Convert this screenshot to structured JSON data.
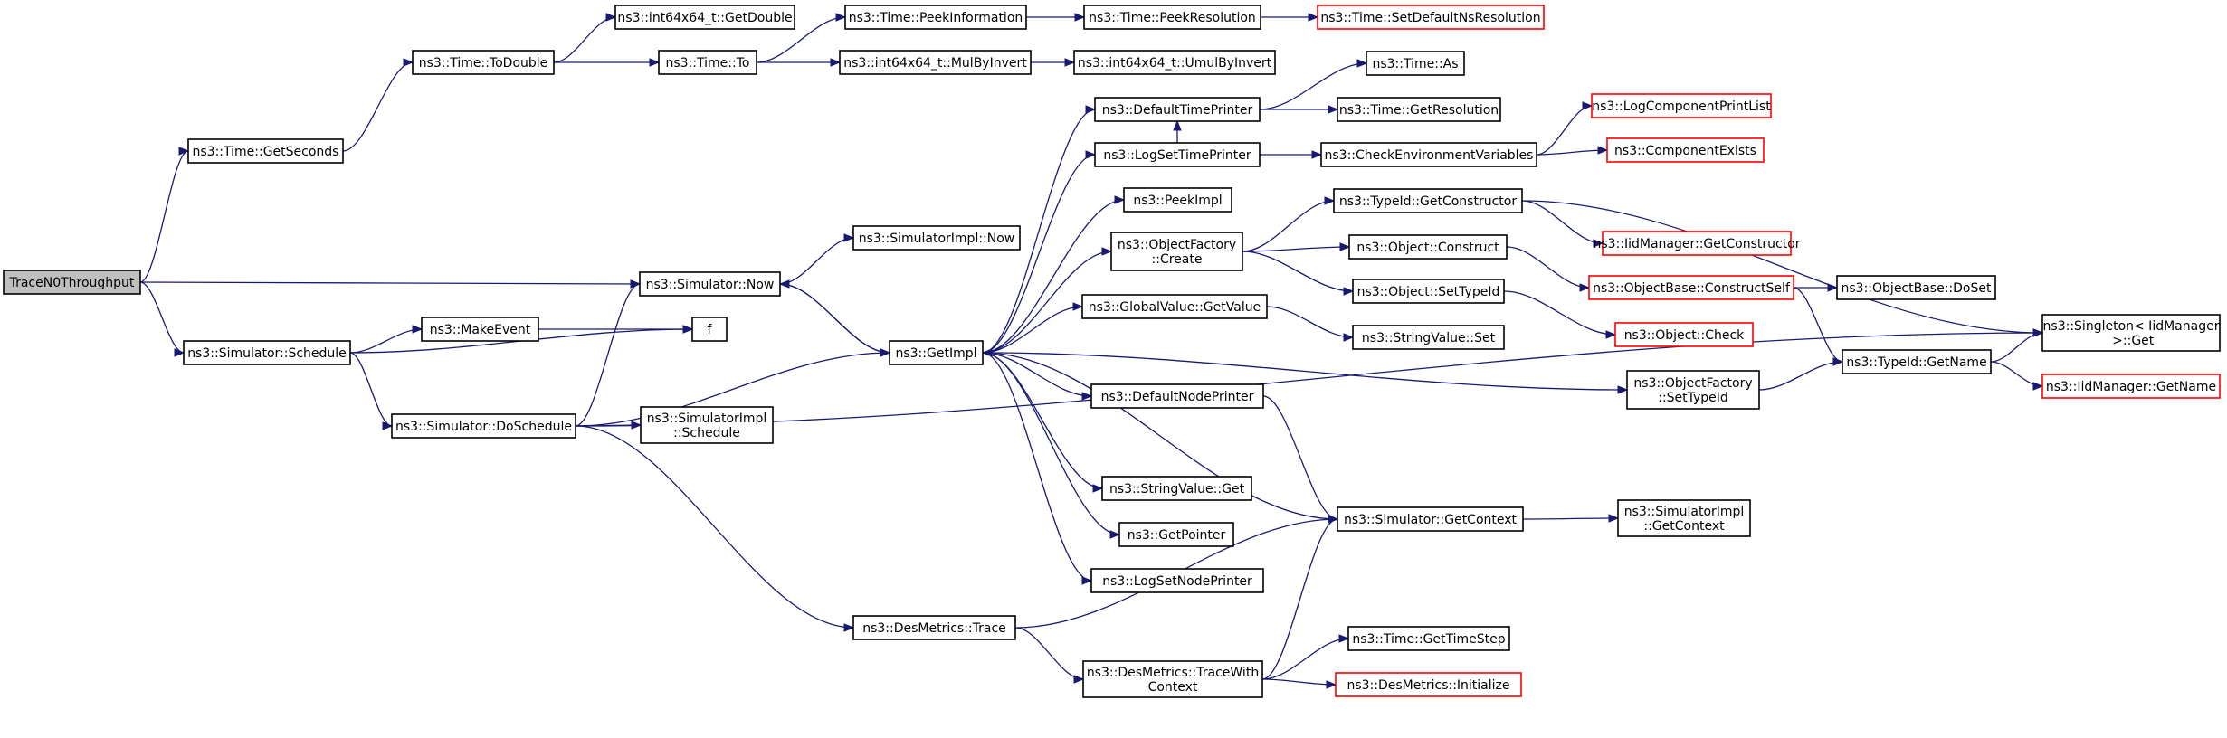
{
  "graph": {
    "colors": {
      "edge": "#191970",
      "border_normal": "#000000",
      "border_missing": "#ff0000",
      "root_fill": "#bfbfbf",
      "node_fill": "#ffffff"
    },
    "nodes": [
      {
        "id": "root",
        "lines": [
          "TraceN0Throughput"
        ],
        "style": "root"
      },
      {
        "id": "time_getseconds",
        "lines": [
          "ns3::Time::GetSeconds"
        ],
        "style": "normal"
      },
      {
        "id": "time_todouble",
        "lines": [
          "ns3::Time::ToDouble"
        ],
        "style": "normal"
      },
      {
        "id": "int64_getdouble",
        "lines": [
          "ns3::int64x64_t::GetDouble"
        ],
        "style": "normal"
      },
      {
        "id": "time_to",
        "lines": [
          "ns3::Time::To"
        ],
        "style": "normal"
      },
      {
        "id": "time_peekinfo",
        "lines": [
          "ns3::Time::PeekInformation"
        ],
        "style": "normal"
      },
      {
        "id": "time_peekres",
        "lines": [
          "ns3::Time::PeekResolution"
        ],
        "style": "normal"
      },
      {
        "id": "time_setdefaultns",
        "lines": [
          "ns3::Time::SetDefaultNsResolution"
        ],
        "style": "missing"
      },
      {
        "id": "int64_mulbyinvert",
        "lines": [
          "ns3::int64x64_t::MulByInvert"
        ],
        "style": "normal"
      },
      {
        "id": "int64_umulbyinvert",
        "lines": [
          "ns3::int64x64_t::UmulByInvert"
        ],
        "style": "normal"
      },
      {
        "id": "sim_now",
        "lines": [
          "ns3::Simulator::Now"
        ],
        "style": "normal"
      },
      {
        "id": "simimpl_now",
        "lines": [
          "ns3::SimulatorImpl::Now"
        ],
        "style": "normal"
      },
      {
        "id": "sim_schedule",
        "lines": [
          "ns3::Simulator::Schedule"
        ],
        "style": "normal"
      },
      {
        "id": "makeevent",
        "lines": [
          "ns3::MakeEvent"
        ],
        "style": "normal"
      },
      {
        "id": "f",
        "lines": [
          "f"
        ],
        "style": "normal"
      },
      {
        "id": "sim_doschedule",
        "lines": [
          "ns3::Simulator::DoSchedule"
        ],
        "style": "normal"
      },
      {
        "id": "simimpl_schedule",
        "lines": [
          "ns3::SimulatorImpl",
          "::Schedule"
        ],
        "style": "normal"
      },
      {
        "id": "getimpl",
        "lines": [
          "ns3::GetImpl"
        ],
        "style": "normal"
      },
      {
        "id": "defaulttimeprinter",
        "lines": [
          "ns3::DefaultTimePrinter"
        ],
        "style": "normal"
      },
      {
        "id": "time_as",
        "lines": [
          "ns3::Time::As"
        ],
        "style": "normal"
      },
      {
        "id": "time_getres",
        "lines": [
          "ns3::Time::GetResolution"
        ],
        "style": "normal"
      },
      {
        "id": "logsettimeprinter",
        "lines": [
          "ns3::LogSetTimePrinter"
        ],
        "style": "normal"
      },
      {
        "id": "checkenv",
        "lines": [
          "ns3::CheckEnvironmentVariables"
        ],
        "style": "normal"
      },
      {
        "id": "logcomplist",
        "lines": [
          "ns3::LogComponentPrintList"
        ],
        "style": "missing"
      },
      {
        "id": "compexists",
        "lines": [
          "ns3::ComponentExists"
        ],
        "style": "missing"
      },
      {
        "id": "peekimpl",
        "lines": [
          "ns3::PeekImpl"
        ],
        "style": "normal"
      },
      {
        "id": "objfactory_create",
        "lines": [
          "ns3::ObjectFactory",
          "::Create"
        ],
        "style": "normal"
      },
      {
        "id": "typeid_getctor",
        "lines": [
          "ns3::TypeId::GetConstructor"
        ],
        "style": "normal"
      },
      {
        "id": "iid_getctor",
        "lines": [
          "ns3::IidManager::GetConstructor"
        ],
        "style": "missing"
      },
      {
        "id": "object_construct",
        "lines": [
          "ns3::Object::Construct"
        ],
        "style": "normal"
      },
      {
        "id": "objbase_constructself",
        "lines": [
          "ns3::ObjectBase::ConstructSelf"
        ],
        "style": "missing"
      },
      {
        "id": "objbase_doset",
        "lines": [
          "ns3::ObjectBase::DoSet"
        ],
        "style": "normal"
      },
      {
        "id": "object_settypeid",
        "lines": [
          "ns3::Object::SetTypeId"
        ],
        "style": "normal"
      },
      {
        "id": "object_check",
        "lines": [
          "ns3::Object::Check"
        ],
        "style": "missing"
      },
      {
        "id": "singleton_get",
        "lines": [
          "ns3::Singleton< IidManager",
          " >::Get"
        ],
        "style": "normal"
      },
      {
        "id": "globalvalue_getvalue",
        "lines": [
          "ns3::GlobalValue::GetValue"
        ],
        "style": "normal"
      },
      {
        "id": "stringvalue_set",
        "lines": [
          "ns3::StringValue::Set"
        ],
        "style": "normal"
      },
      {
        "id": "objfactory_settypeid",
        "lines": [
          "ns3::ObjectFactory",
          "::SetTypeId"
        ],
        "style": "normal"
      },
      {
        "id": "typeid_getname",
        "lines": [
          "ns3::TypeId::GetName"
        ],
        "style": "normal"
      },
      {
        "id": "iid_getname",
        "lines": [
          "ns3::IidManager::GetName"
        ],
        "style": "missing"
      },
      {
        "id": "defaultnodeprinter",
        "lines": [
          "ns3::DefaultNodePrinter"
        ],
        "style": "normal"
      },
      {
        "id": "stringvalue_get",
        "lines": [
          "ns3::StringValue::Get"
        ],
        "style": "normal"
      },
      {
        "id": "getpointer",
        "lines": [
          "ns3::GetPointer"
        ],
        "style": "normal"
      },
      {
        "id": "logsetnodeprinter",
        "lines": [
          "ns3::LogSetNodePrinter"
        ],
        "style": "normal"
      },
      {
        "id": "sim_getcontext",
        "lines": [
          "ns3::Simulator::GetContext"
        ],
        "style": "normal"
      },
      {
        "id": "simimpl_getcontext",
        "lines": [
          "ns3::SimulatorImpl",
          "::GetContext"
        ],
        "style": "normal"
      },
      {
        "id": "desmetrics_trace",
        "lines": [
          "ns3::DesMetrics::Trace"
        ],
        "style": "normal"
      },
      {
        "id": "desmetrics_tracewithctx",
        "lines": [
          "ns3::DesMetrics::TraceWith",
          "Context"
        ],
        "style": "normal"
      },
      {
        "id": "time_gettimestep",
        "lines": [
          "ns3::Time::GetTimeStep"
        ],
        "style": "normal"
      },
      {
        "id": "desmetrics_initialize",
        "lines": [
          "ns3::DesMetrics::Initialize"
        ],
        "style": "missing"
      }
    ],
    "edges": [
      [
        "root",
        "time_getseconds"
      ],
      [
        "root",
        "sim_now"
      ],
      [
        "root",
        "sim_schedule"
      ],
      [
        "time_getseconds",
        "time_todouble"
      ],
      [
        "time_todouble",
        "int64_getdouble"
      ],
      [
        "time_todouble",
        "time_to"
      ],
      [
        "time_to",
        "time_peekinfo"
      ],
      [
        "time_to",
        "int64_mulbyinvert"
      ],
      [
        "time_peekinfo",
        "time_peekres"
      ],
      [
        "time_peekres",
        "time_setdefaultns"
      ],
      [
        "int64_mulbyinvert",
        "int64_umulbyinvert"
      ],
      [
        "sim_now",
        "simimpl_now"
      ],
      [
        "sim_now",
        "getimpl"
      ],
      [
        "sim_schedule",
        "makeevent"
      ],
      [
        "sim_schedule",
        "f"
      ],
      [
        "sim_schedule",
        "sim_doschedule"
      ],
      [
        "makeevent",
        "f"
      ],
      [
        "sim_doschedule",
        "sim_now"
      ],
      [
        "sim_doschedule",
        "getimpl"
      ],
      [
        "sim_doschedule",
        "simimpl_schedule"
      ],
      [
        "sim_doschedule",
        "desmetrics_trace"
      ],
      [
        "sim_doschedule",
        "singleton_get"
      ],
      [
        "getimpl",
        "defaulttimeprinter"
      ],
      [
        "getimpl",
        "logsettimeprinter"
      ],
      [
        "getimpl",
        "peekimpl"
      ],
      [
        "getimpl",
        "objfactory_create"
      ],
      [
        "getimpl",
        "globalvalue_getvalue"
      ],
      [
        "getimpl",
        "objfactory_settypeid"
      ],
      [
        "getimpl",
        "defaultnodeprinter"
      ],
      [
        "getimpl",
        "stringvalue_get"
      ],
      [
        "getimpl",
        "getpointer"
      ],
      [
        "getimpl",
        "logsetnodeprinter"
      ],
      [
        "getimpl",
        "sim_now"
      ],
      [
        "defaulttimeprinter",
        "time_as"
      ],
      [
        "defaulttimeprinter",
        "time_getres"
      ],
      [
        "logsettimeprinter",
        "defaulttimeprinter"
      ],
      [
        "logsettimeprinter",
        "checkenv"
      ],
      [
        "checkenv",
        "logcomplist"
      ],
      [
        "checkenv",
        "compexists"
      ],
      [
        "objfactory_create",
        "typeid_getctor"
      ],
      [
        "objfactory_create",
        "object_construct"
      ],
      [
        "objfactory_create",
        "object_settypeid"
      ],
      [
        "typeid_getctor",
        "iid_getctor"
      ],
      [
        "typeid_getctor",
        "singleton_get"
      ],
      [
        "object_construct",
        "objbase_constructself"
      ],
      [
        "objbase_constructself",
        "objbase_doset"
      ],
      [
        "objbase_constructself",
        "typeid_getname"
      ],
      [
        "object_settypeid",
        "object_check"
      ],
      [
        "globalvalue_getvalue",
        "stringvalue_set"
      ],
      [
        "objfactory_settypeid",
        "typeid_getname"
      ],
      [
        "typeid_getname",
        "singleton_get"
      ],
      [
        "typeid_getname",
        "iid_getname"
      ],
      [
        "defaultnodeprinter",
        "sim_getcontext"
      ],
      [
        "sim_getcontext",
        "simimpl_getcontext"
      ],
      [
        "sim_getcontext",
        "getimpl"
      ],
      [
        "desmetrics_trace",
        "sim_getcontext"
      ],
      [
        "desmetrics_trace",
        "desmetrics_tracewithctx"
      ],
      [
        "desmetrics_tracewithctx",
        "sim_getcontext"
      ],
      [
        "desmetrics_tracewithctx",
        "time_gettimestep"
      ],
      [
        "desmetrics_tracewithctx",
        "desmetrics_initialize"
      ]
    ]
  }
}
